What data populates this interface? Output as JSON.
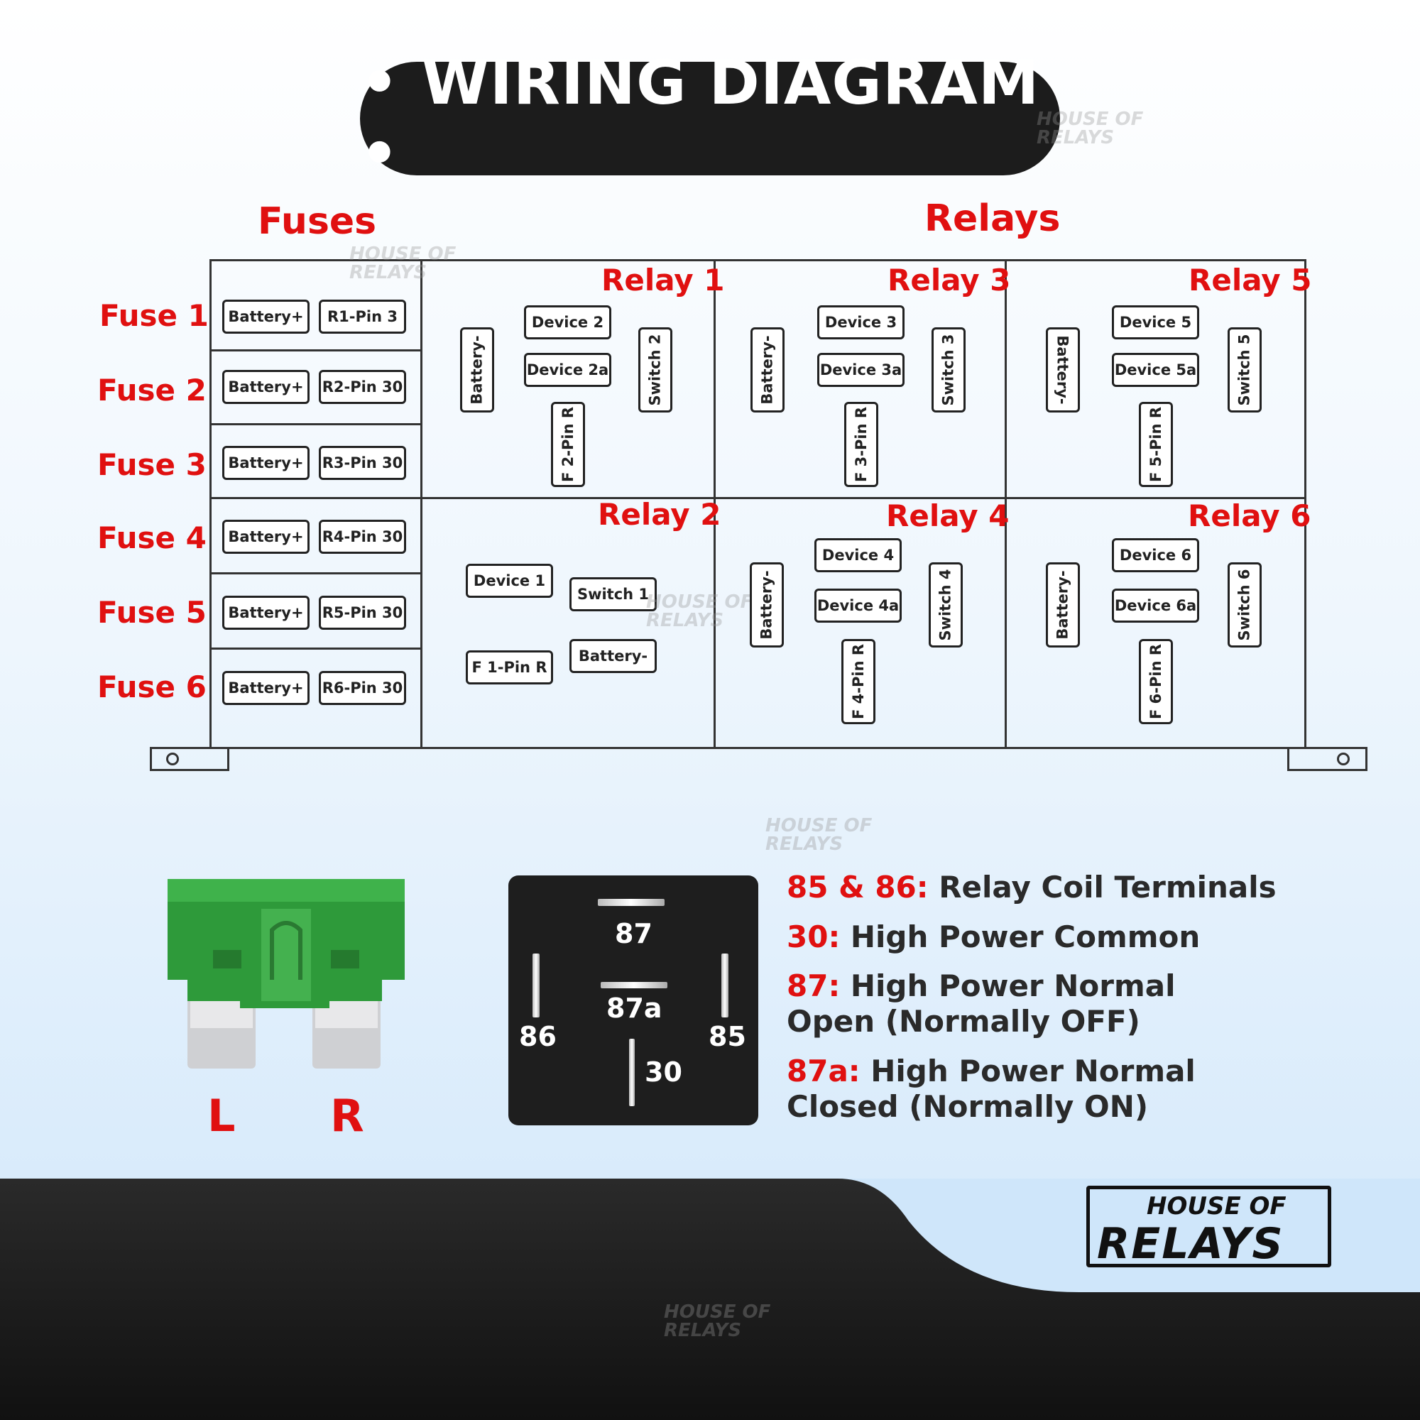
{
  "title": "• WIRING DIAGRAM •",
  "headers": {
    "fuses": "Fuses",
    "relays": "Relays"
  },
  "fuses": [
    {
      "label": "Fuse 1",
      "in": "Battery+",
      "out": "R1-Pin 3"
    },
    {
      "label": "Fuse 2",
      "in": "Battery+",
      "out": "R2-Pin 30"
    },
    {
      "label": "Fuse 3",
      "in": "Battery+",
      "out": "R3-Pin 30"
    },
    {
      "label": "Fuse 4",
      "in": "Battery+",
      "out": "R4-Pin 30"
    },
    {
      "label": "Fuse 5",
      "in": "Battery+",
      "out": "R5-Pin 30"
    },
    {
      "label": "Fuse 6",
      "in": "Battery+",
      "out": "R6-Pin 30"
    }
  ],
  "relays": {
    "r1": {
      "label": "Relay 1",
      "battery": "Battery-",
      "device": "Device 2",
      "device_a": "Device 2a",
      "switch": "Switch 2",
      "fuse_pin": "F 2-Pin R"
    },
    "r2": {
      "label": "Relay 2",
      "device": "Device 1",
      "switch": "Switch 1",
      "fuse_pin": "F 1-Pin R",
      "battery": "Battery-"
    },
    "r3": {
      "label": "Relay 3",
      "battery": "Battery-",
      "device": "Device 3",
      "device_a": "Device 3a",
      "switch": "Switch 3",
      "fuse_pin": "F 3-Pin R"
    },
    "r4": {
      "label": "Relay 4",
      "battery": "Battery-",
      "device": "Device 4",
      "device_a": "Device 4a",
      "switch": "Switch 4",
      "fuse_pin": "F 4-Pin R"
    },
    "r5": {
      "label": "Relay 5",
      "battery": "Battery-",
      "device": "Device 5",
      "device_a": "Device 5a",
      "switch": "Switch 5",
      "fuse_pin": "F 5-Pin R"
    },
    "r6": {
      "label": "Relay 6",
      "battery": "Battery-",
      "device": "Device 6",
      "device_a": "Device 6a",
      "switch": "Switch 6",
      "fuse_pin": "F 6-Pin R"
    }
  },
  "fuse_legs": {
    "left": "L",
    "right": "R"
  },
  "relay_pins": {
    "p87": "87",
    "p87a": "87a",
    "p86": "86",
    "p85": "85",
    "p30": "30"
  },
  "legend": [
    {
      "key": "85 & 86:",
      "text": "Relay Coil Terminals"
    },
    {
      "key": "30:",
      "text": "High Power Common"
    },
    {
      "key": "87:",
      "text": "High Power Normal Open (Normally OFF)"
    },
    {
      "key": "87a:",
      "text": "High Power Normal Closed (Normally ON)"
    }
  ],
  "brand": {
    "line1": "HOUSE OF",
    "line2": "RELAYS"
  },
  "colors": {
    "accent": "#e01010",
    "dark": "#1c1c1c",
    "fuse_green": "#2e9a3a"
  }
}
